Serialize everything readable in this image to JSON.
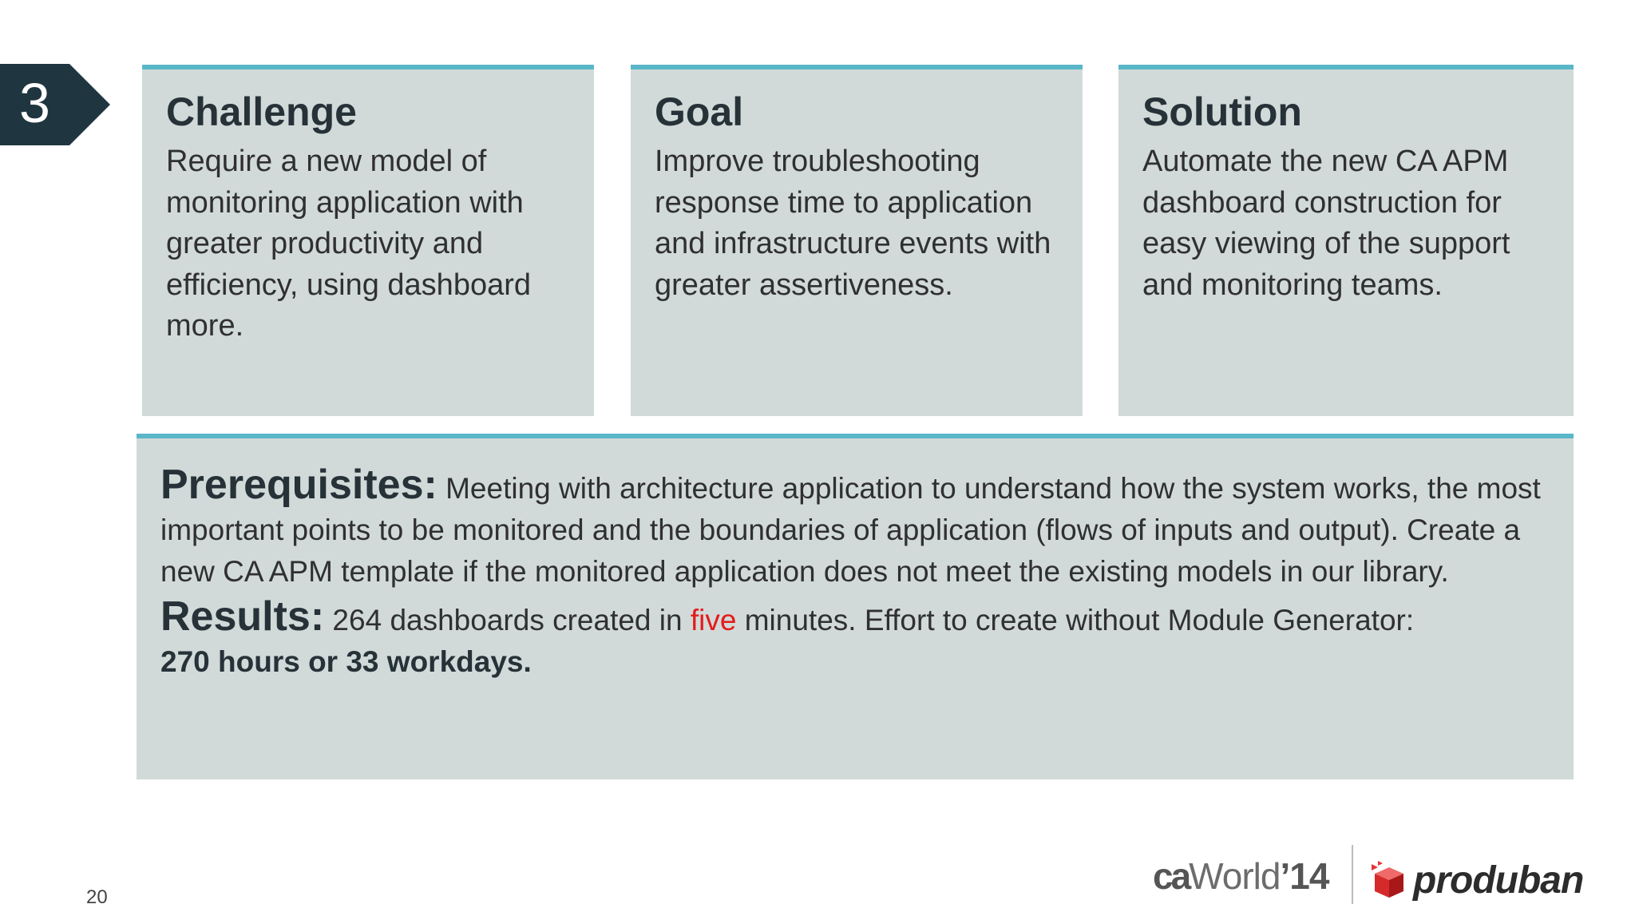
{
  "slide": {
    "step_number": "3",
    "page_number": "20"
  },
  "cards": [
    {
      "title": "Challenge",
      "body": "Require a new model of monitoring application with greater productivity and efficiency, using dashboard more."
    },
    {
      "title": "Goal",
      "body": "Improve troubleshooting response time to application and infrastructure events with greater assertiveness."
    },
    {
      "title": "Solution",
      "body": "Automate the new CA APM dashboard construction for easy viewing of the support and monitoring teams."
    }
  ],
  "details": {
    "prerequisites_label": "Prerequisites:",
    "prerequisites_text": " Meeting with architecture application to understand how the system works, the most important points to be monitored and the boundaries of application (flows of inputs and output). Create a new CA APM template if the monitored application does not meet the existing models in our library.",
    "results_label": "Results:",
    "results_text_1": " 264 dashboards created in ",
    "results_highlight": "five",
    "results_text_2": " minutes. Effort to create without Module Generator:",
    "results_bold": "270 hours or 33 workdays."
  },
  "footer": {
    "ca_logo_ca": "ca",
    "ca_logo_world": "World",
    "ca_logo_year": "’14",
    "produban_logo": "produban",
    "produban_icon": "red-cube-icon"
  },
  "colors": {
    "accent_bar": "#5ab7c9",
    "panel_bg": "#d1dad9",
    "badge_bg": "#1f3540",
    "highlight": "#e41b1b"
  }
}
